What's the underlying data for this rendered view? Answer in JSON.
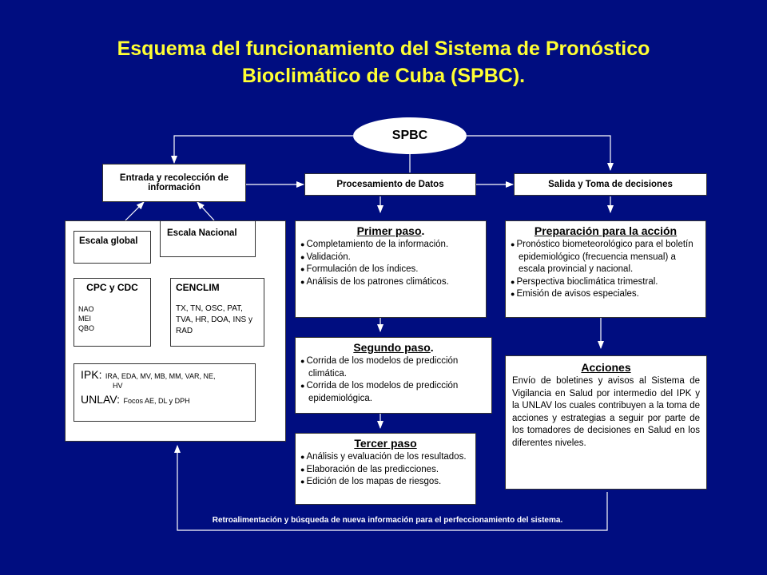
{
  "title": {
    "line1": "Esquema del funcionamiento del Sistema de Pronóstico",
    "line2": "Bioclimático de Cuba (SPBC)."
  },
  "spbc": "SPBC",
  "top_boxes": {
    "entrada": "Entrada y recolección de información",
    "procesamiento": "Procesamiento de Datos",
    "salida": "Salida y Toma de decisiones"
  },
  "input_panel": {
    "escala_global": "Escala global",
    "escala_nacional": "Escala Nacional",
    "cpc": {
      "title": "CPC y CDC",
      "items": [
        "NAO",
        "MEI",
        "QBO"
      ]
    },
    "cenclim": {
      "title": "CENCLIM",
      "text": "TX, TN, OSC, PAT, TVA, HR, DOA, INS y RAD"
    },
    "ipk": {
      "label": "IPK:",
      "text": "IRA, EDA, MV, MB, MM, VAR, NE,",
      "text2": "HV"
    },
    "unlav": {
      "label": "UNLAV:",
      "text": "Focos AE, DL y DPH"
    }
  },
  "steps": {
    "primer": {
      "title": "Primer paso",
      "suffix": ".",
      "items": [
        "Completamiento de la información.",
        "Validación.",
        "Formulación de los índices.",
        "Análisis de los patrones climáticos."
      ]
    },
    "segundo": {
      "title": "Segundo paso",
      "suffix": ".",
      "items": [
        "Corrida de los modelos de predicción climática.",
        "Corrida de los modelos de predicción epidemiológica."
      ]
    },
    "tercer": {
      "title": "Tercer paso",
      "items": [
        "Análisis y evaluación de los resultados.",
        "Elaboración de las predicciones.",
        "Edición de los mapas de riesgos."
      ]
    }
  },
  "preparacion": {
    "title": "Preparación para la acción",
    "items": [
      "Pronóstico biometeorológico para el boletín epidemiológico (frecuencia mensual) a escala provincial y nacional.",
      "Perspectiva bioclimática trimestral.",
      "Emisión de avisos especiales."
    ]
  },
  "acciones": {
    "title": "Acciones",
    "text": "Envío de boletines y avisos al Sistema de Vigilancia en Salud por intermedio del IPK y la UNLAV los cuales contribuyen a la toma de acciones y estrategias a seguir por parte de los tomadores de decisiones en Salud en los diferentes niveles."
  },
  "feedback": "Retroalimentación y búsqueda de nueva información para el perfeccionamiento del sistema.",
  "colors": {
    "background": "#000d80",
    "title": "#ffff33"
  }
}
